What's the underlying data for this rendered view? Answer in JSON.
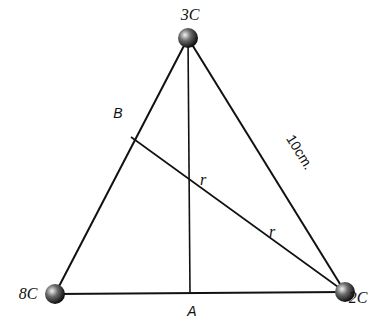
{
  "diagram": {
    "labels": [
      "3C",
      "B",
      "r",
      "10cm.",
      "r",
      "8C",
      "A",
      "2C"
    ]
  }
}
